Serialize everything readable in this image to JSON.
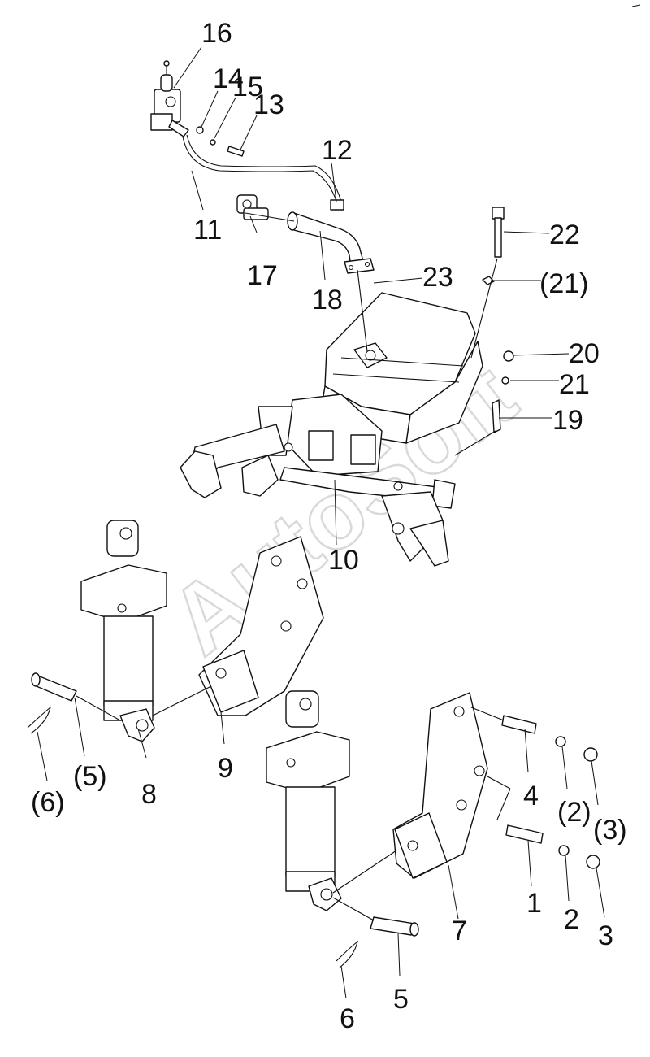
{
  "watermark": "AutoSoft",
  "callouts": [
    {
      "id": "c16",
      "text": "16"
    },
    {
      "id": "c14",
      "text": "14"
    },
    {
      "id": "c15",
      "text": "15"
    },
    {
      "id": "c13",
      "text": "13"
    },
    {
      "id": "c12",
      "text": "12"
    },
    {
      "id": "c11",
      "text": "11"
    },
    {
      "id": "c17",
      "text": "17"
    },
    {
      "id": "c18",
      "text": "18"
    },
    {
      "id": "c22",
      "text": "22"
    },
    {
      "id": "c23",
      "text": "23"
    },
    {
      "id": "c21a",
      "text": "(21)"
    },
    {
      "id": "c20",
      "text": "20"
    },
    {
      "id": "c21",
      "text": "21"
    },
    {
      "id": "c19",
      "text": "19"
    },
    {
      "id": "c10",
      "text": "10"
    },
    {
      "id": "c6a",
      "text": "(6)"
    },
    {
      "id": "c5a",
      "text": "(5)"
    },
    {
      "id": "c8",
      "text": "8"
    },
    {
      "id": "c9",
      "text": "9"
    },
    {
      "id": "c4",
      "text": "4"
    },
    {
      "id": "c2a",
      "text": "(2)"
    },
    {
      "id": "c3a",
      "text": "(3)"
    },
    {
      "id": "c7",
      "text": "7"
    },
    {
      "id": "c1",
      "text": "1"
    },
    {
      "id": "c2",
      "text": "2"
    },
    {
      "id": "c3",
      "text": "3"
    },
    {
      "id": "c5",
      "text": "5"
    },
    {
      "id": "c6",
      "text": "6"
    }
  ]
}
